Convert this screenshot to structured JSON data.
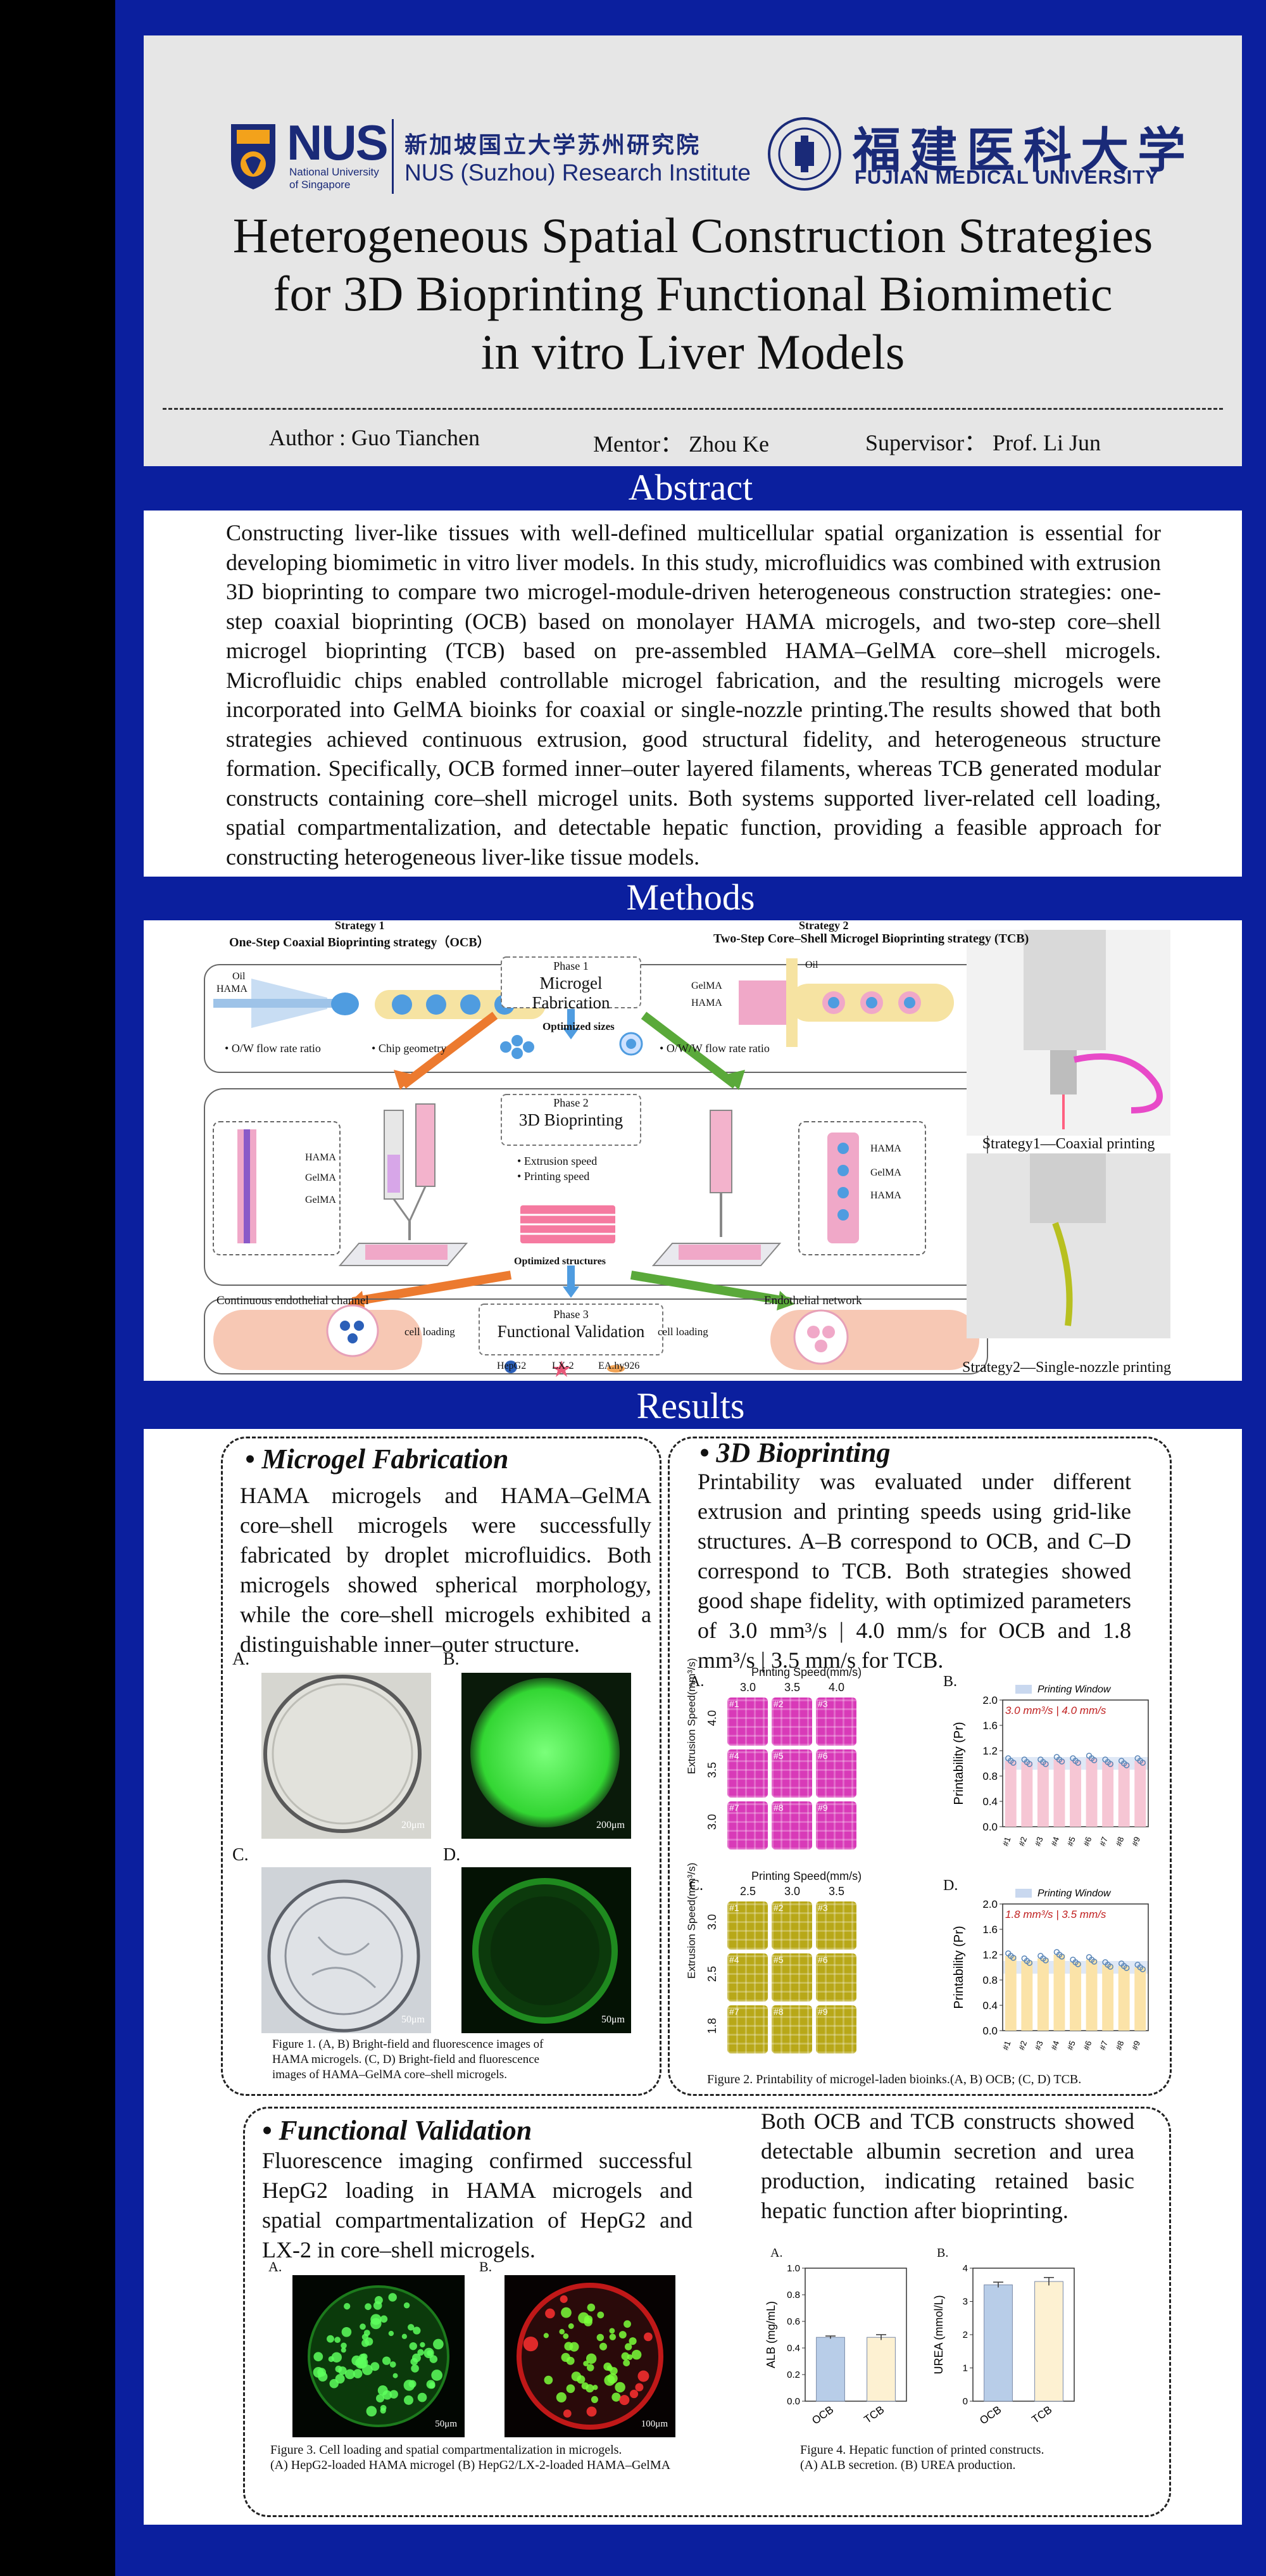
{
  "logos": {
    "nus_abbrev": "NUS",
    "nus_name_line1": "National University",
    "nus_name_line2": "of Singapore",
    "nus_cn": "新加坡国立大学苏州研究院",
    "nus_en": "NUS (Suzhou) Research Institute",
    "fmu_cn": "福建医科大学",
    "fmu_en": "FUJIAN MEDICAL UNIVERSITY"
  },
  "title": {
    "line1": "Heterogeneous Spatial Construction Strategies",
    "line2": "for 3D Bioprinting Functional Biomimetic",
    "line3": "in vitro Liver Models"
  },
  "authors": {
    "author": "Author : Guo Tianchen",
    "mentor": "Mentor：  Zhou Ke",
    "supervisor": "Supervisor：  Prof. Li Jun"
  },
  "sections": {
    "abstract": "Abstract",
    "methods": "Methods",
    "results": "Results"
  },
  "abstract_text": "Constructing liver-like tissues with well-defined multicellular spatial organization is essential for developing biomimetic in vitro liver models. In this study, microfluidics was combined with extrusion 3D bioprinting to compare two microgel-module-driven heterogeneous construction strategies: one-step coaxial bioprinting (OCB) based on monolayer HAMA microgels, and two-step core–shell microgel bioprinting (TCB) based on pre-assembled HAMA–GelMA core–shell microgels. Microfluidic chips enabled controllable microgel fabrication, and the resulting microgels were incorporated into GelMA bioinks for coaxial or single-nozzle printing.The results showed that both strategies achieved continuous extrusion, good structural fidelity, and heterogeneous structure formation. Specifically, OCB formed inner–outer layered filaments, whereas TCB generated modular constructs containing core–shell microgel units. Both systems supported liver-related cell loading, spatial compartmentalization, and detectable hepatic function, providing a feasible approach for constructing heterogeneous liver-like tissue models.",
  "methods": {
    "strategy1_num": "Strategy 1",
    "strategy1_name": "One-Step Coaxial Bioprinting strategy（OCB）",
    "strategy2_num": "Strategy 2",
    "strategy2_name": "Two-Step Core–Shell Microgel Bioprinting strategy (TCB)",
    "oil": "Oil",
    "hama": "HAMA",
    "gelma": "GelMA",
    "ow_ratio": "O/W flow rate ratio",
    "chip_geom": "Chip geometry",
    "oww_ratio": "O/W/W flow rate ratio",
    "phase1_num": "Phase 1",
    "phase1_name": "Microgel Fabrication",
    "optimized_sizes": "Optimized sizes",
    "phase2_num": "Phase 2",
    "phase2_name": "3D Bioprinting",
    "extrusion_speed": "Extrusion speed",
    "printing_speed": "Printing speed",
    "optimized_structures": "Optimized structures",
    "continuous_channel": "Continuous endothelial channel",
    "endo_network": "Endothelial network",
    "cell_loading": "cell loading",
    "phase3_num": "Phase 3",
    "phase3_name": "Functional Validation",
    "hepg2": "HepG2",
    "lx2": "LX-2",
    "eahy": "EA.hy926",
    "photo1_caption": "Strategy1—Coaxial printing",
    "photo2_caption": "Strategy2—Single-nozzle printing"
  },
  "microgel": {
    "heading": "• Microgel Fabrication",
    "text": "HAMA microgels and HAMA–GelMA core–shell microgels were successfully fabricated by droplet microfluidics. Both microgels showed spherical morphology, while the core–shell microgels exhibited a distinguishable inner–outer structure.",
    "label_a": "A.",
    "label_b": "B.",
    "label_c": "C.",
    "label_d": "D.",
    "scale_a": "20μm",
    "scale_b": "200μm",
    "scale_c": "50μm",
    "scale_d": "50μm",
    "caption1": "Figure 1. (A, B) Bright-field and fluorescence images of",
    "caption2": "HAMA microgels. (C, D) Bright-field and fluorescence",
    "caption3": "images of HAMA–GelMA core–shell microgels."
  },
  "bioprint": {
    "heading": "• 3D Bioprinting",
    "text": "Printability was evaluated under different extrusion and printing speeds using grid-like structures. A–B correspond to OCB, and C–D correspond to TCB. Both strategies showed good shape fidelity, with optimized parameters of 3.0 mm³/s | 4.0 mm/s for OCB and 1.8 mm³/s | 3.5 mm/s for TCB.",
    "label_a": "A.",
    "label_b": "B.",
    "label_c": "C.",
    "label_d": "D.",
    "printing_speed": "Printing Speed(mm/s)",
    "extrusion_speed": "Extrusion Speed(mm³/s)",
    "grid_a_cols": [
      "3.0",
      "3.5",
      "4.0"
    ],
    "grid_a_rows": [
      "4.0",
      "3.5",
      "3.0"
    ],
    "grid_c_cols": [
      "2.5",
      "3.0",
      "3.5"
    ],
    "grid_c_rows": [
      "3.0",
      "2.5",
      "1.8"
    ],
    "tile_ids": [
      "#1",
      "#2",
      "#3",
      "#4",
      "#5",
      "#6",
      "#7",
      "#8",
      "#9"
    ],
    "tile_color_a": "#d83ab8",
    "tile_color_c": "#b8a818",
    "caption": "Figure 2. Printability of microgel-laden bioinks.(A, B) OCB; (C, D) TCB."
  },
  "functional": {
    "heading": "• Functional Validation",
    "text": "Fluorescence imaging confirmed successful HepG2 loading in HAMA microgels and spatial compartmentalization of HepG2 and LX-2 in core–shell microgels.",
    "label_a": "A.",
    "label_b": "B.",
    "scale_a": "50μm",
    "scale_b": "100μm",
    "caption1": "Figure 3. Cell loading and spatial compartmentalization in microgels.",
    "caption2": "(A) HepG2-loaded HAMA microgel  (B) HepG2/LX-2-loaded HAMA–GelMA",
    "right_text": "Both OCB and TCB constructs showed detectable albumin secretion and urea production, indicating retained basic hepatic function after bioprinting.",
    "label_ra": "A.",
    "label_rb": "B.",
    "caption4_1": "Figure 4. Hepatic function of printed constructs.",
    "caption4_2": "(A) ALB secretion. (B) UREA production."
  },
  "chart_data": [
    {
      "type": "bar",
      "panel": "B.",
      "legend": "Printing Window",
      "annotation": "3.0 mm³/s | 4.0 mm/s",
      "ylabel": "Printability (Pr)",
      "ylim": [
        0.0,
        2.0
      ],
      "yticks": [
        "0.0",
        "0.4",
        "0.8",
        "1.2",
        "1.6",
        "2.0"
      ],
      "categories": [
        "#1",
        "#2",
        "#3",
        "#4",
        "#5",
        "#6",
        "#7",
        "#8",
        "#9"
      ],
      "values": [
        1.04,
        1.02,
        1.02,
        1.06,
        1.04,
        1.08,
        1.02,
        1.0,
        1.04
      ],
      "window_band": [
        0.9,
        1.1
      ],
      "bar_color": "#f6c6d4",
      "dot_color": "#5a86b8"
    },
    {
      "type": "bar",
      "panel": "D.",
      "legend": "Printing Window",
      "annotation": "1.8 mm³/s | 3.5 mm/s",
      "ylabel": "Printability (Pr)",
      "ylim": [
        0.0,
        2.0
      ],
      "yticks": [
        "0.0",
        "0.4",
        "0.8",
        "1.2",
        "1.6",
        "2.0"
      ],
      "categories": [
        "#1",
        "#2",
        "#3",
        "#4",
        "#5",
        "#6",
        "#7",
        "#8",
        "#9"
      ],
      "values": [
        1.18,
        1.1,
        1.14,
        1.2,
        1.08,
        1.12,
        1.04,
        1.02,
        1.0
      ],
      "window_band": [
        0.9,
        1.1
      ],
      "bar_color": "#fbe3a8",
      "dot_color": "#5a86b8"
    },
    {
      "type": "bar",
      "panel": "A.",
      "ylabel": "ALB (mg/mL)",
      "ylim": [
        0.0,
        1.0
      ],
      "yticks": [
        "0.0",
        "0.2",
        "0.4",
        "0.6",
        "0.8",
        "1.0"
      ],
      "categories": [
        "OCB",
        "TCB"
      ],
      "values": [
        0.48,
        0.48
      ],
      "errors": [
        0.01,
        0.02
      ],
      "colors": [
        "#b8cde8",
        "#fdf1d2"
      ]
    },
    {
      "type": "bar",
      "panel": "B.",
      "ylabel": "UREA (mmol/L)",
      "ylim": [
        0,
        4
      ],
      "yticks": [
        "0",
        "1",
        "2",
        "3",
        "4"
      ],
      "categories": [
        "OCB",
        "TCB"
      ],
      "values": [
        3.5,
        3.6
      ],
      "errors": [
        0.08,
        0.12
      ],
      "colors": [
        "#b8cde8",
        "#fdf1d2"
      ]
    }
  ]
}
